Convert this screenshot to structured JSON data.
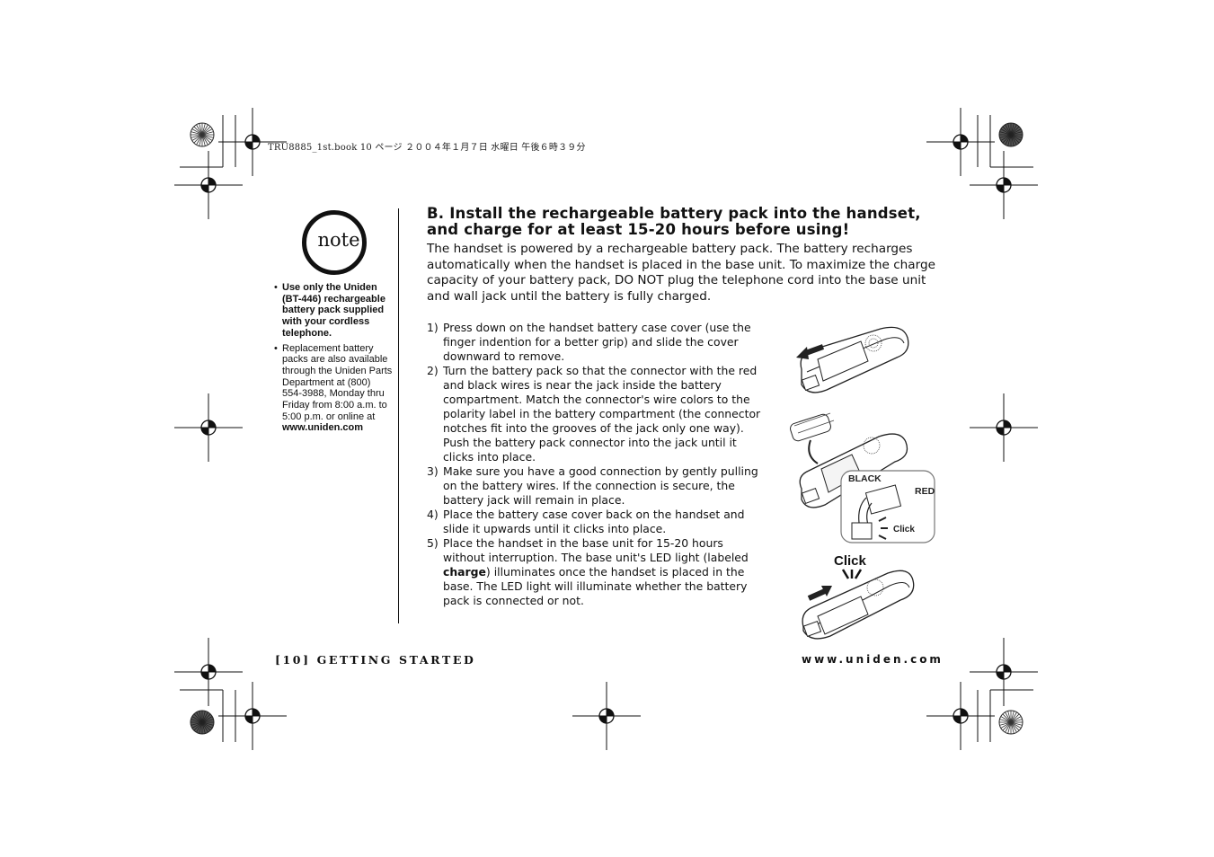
{
  "header": {
    "print_slug": "TRU8885_1st.book  10 ページ  ２００４年１月７日  水曜日  午後６時３９分"
  },
  "note": {
    "badge": "note",
    "bullets": [
      {
        "bold": "Use only the Uniden (BT-446) rechargeable battery pack supplied with your cordless telephone.",
        "text": ""
      },
      {
        "text": "Replacement battery packs are also available through the Uniden Parts Department at (800) 554-3988, Monday thru Friday from 8:00 a.m. to 5:00 p.m. or online at ",
        "bold_end": "www.uniden.com"
      }
    ]
  },
  "section": {
    "title": "B. Install the rechargeable battery pack into the handset, and charge for at least 15-20 hours before using!",
    "intro": "The handset is powered by a rechargeable battery pack. The battery recharges automatically when the handset is placed in the base unit. To maximize the charge capacity of your battery pack, DO NOT plug the telephone cord into the base unit and wall jack until the battery is fully charged.",
    "steps": [
      {
        "num": "1)",
        "text": "Press down on the handset battery case cover (use the finger indention for a better grip) and slide the cover downward to remove."
      },
      {
        "num": "2)",
        "text": "Turn the battery pack so that the connector with the red and black wires is near the jack inside the battery compartment. Match the connector's wire colors to the polarity label in the battery compartment (the connector notches fit into the grooves of the jack only one way). Push the battery pack connector into the jack until it clicks into place."
      },
      {
        "num": "3)",
        "text": "Make sure you have a good connection by gently pulling on the battery wires. If the connection is secure, the battery jack will remain in place."
      },
      {
        "num": "4)",
        "text": "Place the battery case cover back on the handset and slide it upwards until it clicks into place."
      },
      {
        "num": "5)",
        "text_before": "Place the handset in the base unit for 15-20 hours without interruption. The base unit's LED light (labeled ",
        "bold": "charge",
        "text_after": ") illuminates once the handset is placed in the base. The LED light will illuminate whether the battery pack is connected or not."
      }
    ]
  },
  "figure": {
    "label_black": "BLACK",
    "label_red": "RED",
    "label_click_small": "Click",
    "label_click_large": "Click"
  },
  "footer": {
    "left": "[10] GETTING STARTED",
    "right": "www.uniden.com"
  }
}
